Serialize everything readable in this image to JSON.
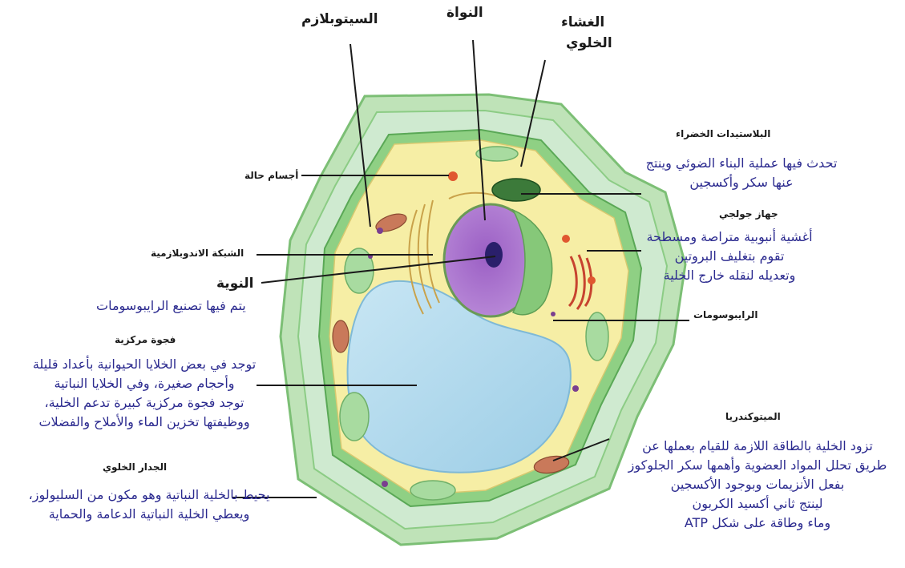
{
  "labels": {
    "cytoplasm": "السيتوبلازم",
    "nucleus": "النواة",
    "cell_membrane_1": "الغشاء",
    "cell_membrane_2": "الخلوي",
    "chloroplasts": "البلاستيدات الخضراء",
    "chloroplasts_desc": [
      "تحدث فيها عملية البناء الضوئي وينتج",
      "عنها سكر وأكسجين"
    ],
    "golgi": "جهاز جولجي",
    "golgi_desc": [
      "أغشية أنبوبية متراصة ومسطحة",
      "تقوم بتغليف البروتين",
      "وتعديله لنقله خارج الخلية"
    ],
    "lysosomes": "أجسام حالة",
    "er": "الشبكة الاندوبلازمية",
    "nucleolus": "النوية",
    "nucleolus_desc": "يتم فيها تصنيع الرايبوسومات",
    "vacuole": "فجوة مركزية",
    "vacuole_desc": [
      "توجد في بعض الخلايا الحيوانية بأعداد قليلة",
      "وأحجام صغيرة، وفي الخلايا النباتية",
      "توجد فجوة مركزية كبيرة تدعم الخلية،",
      "ووظيفتها تخزين الماء والأملاح والفضلات"
    ],
    "ribosomes": "الرايبوسومات",
    "mitochondria": "الميتوكندريا",
    "mitochondria_desc": [
      "تزود الخلية بالطاقة اللازمة للقيام بعملها عن",
      "طريق تحلل المواد العضوية وأهمها سكر الجلوكوز",
      "بفعل الأنزيمات وبوجود الأكسجين",
      "لينتج ثاني أكسيد الكربون",
      "وماء وطاقة على شكل ATP"
    ],
    "cell_wall": "الجدار الخلوي",
    "cell_wall_desc": [
      "يحيط بالخلية النباتية وهو مكون من السليولوز،",
      "ويعطي الخلية النباتية الدعامة والحماية"
    ]
  }
}
